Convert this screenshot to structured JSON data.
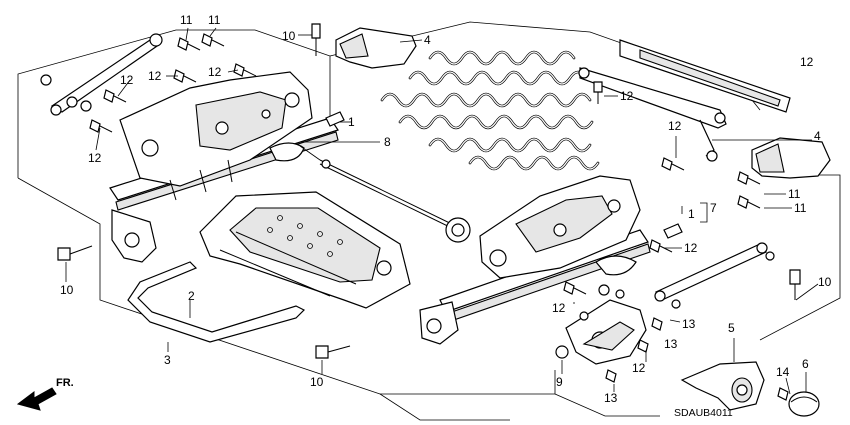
{
  "diagram_code": "SDAUB4011",
  "direction_label": "FR.",
  "callouts": [
    {
      "id": "c1a",
      "number": "1"
    },
    {
      "id": "c1b",
      "number": "1"
    },
    {
      "id": "c2",
      "number": "2"
    },
    {
      "id": "c3",
      "number": "3"
    },
    {
      "id": "c4a",
      "number": "4"
    },
    {
      "id": "c4b",
      "number": "4"
    },
    {
      "id": "c5",
      "number": "5"
    },
    {
      "id": "c6",
      "number": "6"
    },
    {
      "id": "c7",
      "number": "7"
    },
    {
      "id": "c8",
      "number": "8"
    },
    {
      "id": "c9",
      "number": "9"
    },
    {
      "id": "c10a",
      "number": "10"
    },
    {
      "id": "c10b",
      "number": "10"
    },
    {
      "id": "c10c",
      "number": "10"
    },
    {
      "id": "c10d",
      "number": "10"
    },
    {
      "id": "c11a",
      "number": "11"
    },
    {
      "id": "c11b",
      "number": "11"
    },
    {
      "id": "c11c",
      "number": "11"
    },
    {
      "id": "c11d",
      "number": "11"
    },
    {
      "id": "c12a",
      "number": "12"
    },
    {
      "id": "c12b",
      "number": "12"
    },
    {
      "id": "c12c",
      "number": "12"
    },
    {
      "id": "c12d",
      "number": "12"
    },
    {
      "id": "c12e",
      "number": "12"
    },
    {
      "id": "c12f",
      "number": "12"
    },
    {
      "id": "c12g",
      "number": "12"
    },
    {
      "id": "c12h",
      "number": "12"
    },
    {
      "id": "c12i",
      "number": "12"
    },
    {
      "id": "c12j",
      "number": "12"
    },
    {
      "id": "c13a",
      "number": "13"
    },
    {
      "id": "c13b",
      "number": "13"
    },
    {
      "id": "c13c",
      "number": "13"
    },
    {
      "id": "c14",
      "number": "14"
    }
  ]
}
